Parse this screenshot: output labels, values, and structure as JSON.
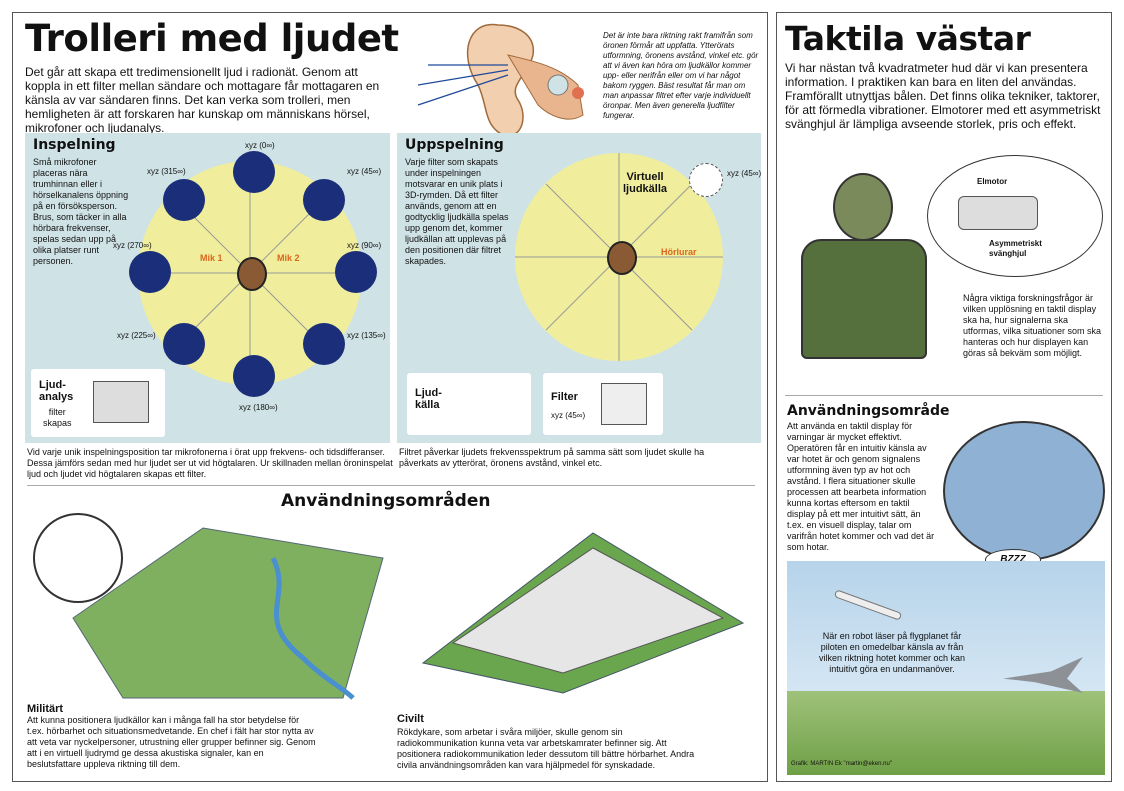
{
  "left": {
    "title": "Trolleri med ljudet",
    "intro": "Det går att skapa ett tredimensionellt ljud i radionät. Genom att koppla in ett filter mellan sändare och mottagare får mottagaren en känsla av var sändaren finns. Det kan verka som trolleri, men hemligheten är att forskaren har kunskap om människans hörsel, mikrofoner och ljudanalys.",
    "ear_note": "Det är inte bara riktning rakt framifrån som öronen förmår att uppfatta. Ytterörats utformning, öronens avstånd, vinkel etc. gör att vi även kan höra om ljudkällor kommer upp- eller nerifrån eller om vi har något bakom ryggen. Bäst resultat får man om man anpassar filtret efter varje individuellt öronpar. Men även generella ljudfilter fungerar.",
    "recording": {
      "title": "Inspelning",
      "text": "Små mikrofoner placeras nära trumhinnan eller i hörselkanalens öppning på en försöksperson. Brus, som täcker in alla hörbara frekvenser, spelas sedan upp på olika platser runt personen.",
      "positions": [
        "xyz (0∞)",
        "xyz (45∞)",
        "xyz (90∞)",
        "xyz (135∞)",
        "xyz (180∞)",
        "xyz (225∞)",
        "xyz (270∞)",
        "xyz (315∞)"
      ],
      "mic1": "Mik 1",
      "mic2": "Mik 2",
      "analysis_title": "Ljud-\nanalys",
      "analysis_sub": "filter\nskapas",
      "caption": "Vid varje unik inspelningsposition tar mikrofonerna i örat upp frekvens- och tidsdifferanser. Dessa jämförs sedan med hur ljudet ser ut vid högtalaren. Ur skillnaden mellan öroninspelat ljud och ljudet vid högtalaren skapas ett filter."
    },
    "playback": {
      "title": "Uppspelning",
      "text": "Varje filter som skapats under inspelningen motsvarar en unik plats i 3D-rymden. Då ett filter används, genom att en godtycklig ljudkälla spelas upp genom det, kommer ljudkällan att upplevas på den positionen där filtret skapades.",
      "virtual": "Virtuell\nljudkälla",
      "virtual_pos": "xyz (45∞)",
      "headphones": "Hörlurar",
      "source": "Ljud-\nkälla",
      "filter": "Filter",
      "filter_pos": "xyz (45∞)",
      "caption": "Filtret påverkar ljudets frekvensspektrum på  samma sätt som ljudet skulle ha påverkats av ytterörat, öronens avstånd, vinkel etc."
    },
    "uses": {
      "title": "Användningsområden",
      "military_title": "Militärt",
      "military_text": "Att kunna positionera ljudkällor kan i många fall ha stor betydelse för t.ex. hörbarhet och situationsmedvetande. En chef i fält har stor nytta av att veta var nyckelpersoner, utrustning eller grupper befinner sig. Genom att i en virtuell ljudrymd ge dessa akustiska signaler, kan en beslutsfattare uppleva riktning till dem.",
      "civil_title": "Civilt",
      "civil_text": "Rökdykare, som arbetar i svåra miljöer, skulle genom sin radiokommunikation kunna veta var arbetskamrater befinner sig.  Att positionera radiokommunikation leder dessutom till bättre hörbarhet.  Andra civila användningsområden kan vara hjälpmedel för synskadade."
    }
  },
  "right": {
    "title": "Taktila västar",
    "intro": "Vi har nästan två kvadratmeter hud där vi kan presentera information. I praktiken kan bara en liten del användas. Framförallt utnyttjas bålen. Det finns olika tekniker, taktorer, för att förmedla vibrationer. Elmotorer med ett asymmetriskt svänghjul är lämpliga avseende storlek, pris och effekt.",
    "elmotor": "Elmotor",
    "flywheel": "Asymmetriskt\nsvänghjul",
    "research": "Några viktiga forskningsfrågor är vilken upplösning en taktil display ska ha, hur signalerna ska utformas, vilka situationer som ska hanteras och hur displayen kan göras så bekväm som möjligt.",
    "use_title": "Användningsområde",
    "use_text": "Att använda en taktil display för varningar är mycket effektivt. Operatören får en intuitiv känsla av var hotet är och genom signalens utformning även typ av hot och avstånd. I flera situationer skulle processen att bearbeta information kunna kortas eftersom en taktil display på ett mer intuitivt sätt, än t.ex. en visuell display, talar om varifrån hotet kommer och vad det är som hotar.",
    "bzzz": "BZZZ",
    "missile_text": "När en robot läser på flygplanet får piloten en omedelbar känsla av från vilken riktning hotet kommer och kan intuitivt göra en undanmanöver.",
    "credit": "Grafik: MARTIN Ek \"martin@eken.nu\""
  }
}
